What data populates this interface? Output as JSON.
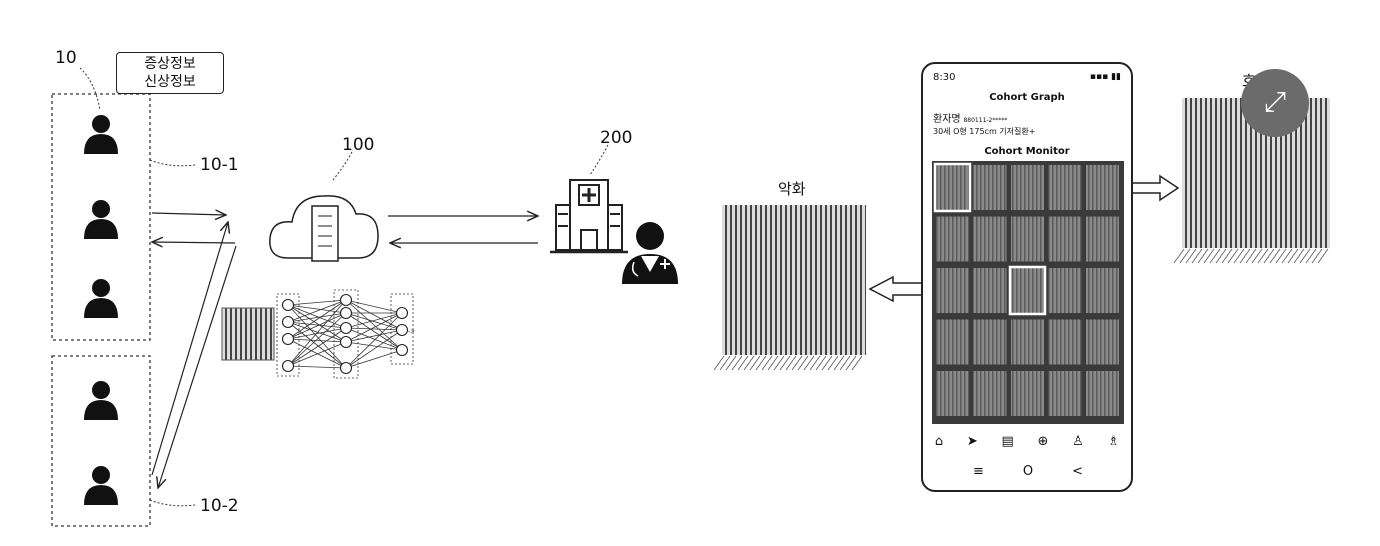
{
  "labels": {
    "user_group": "10",
    "group_1": "10-1",
    "group_2": "10-2",
    "server": "100",
    "hospital": "200",
    "worse": "악화",
    "better": "호전"
  },
  "callout": {
    "line1": "증상정보",
    "line2": "신상정보"
  },
  "phone": {
    "time": "8:30",
    "signal": "▪▪▪ ▮▮",
    "title": "Cohort Graph",
    "patient_name": "환자명",
    "patient_id": "880111-2*****",
    "patient_info": "30세  O형 175cm  기저질환+",
    "monitor_title": "Cohort Monitor",
    "nav_icons": [
      "home-icon",
      "chart-icon",
      "document-icon",
      "add-icon",
      "user-icon",
      "profile-icon"
    ],
    "nav_glyphs": [
      "⌂",
      "➤",
      "▤",
      "⊕",
      "♙",
      "♗"
    ],
    "sys_buttons": [
      "≡",
      "O",
      "<"
    ]
  },
  "expand_glyph": "⤢",
  "colors": {
    "line": "#222222",
    "grid_bg": "#3a3a3a",
    "cell": "#7a7a7a",
    "highlight": "#ffffff"
  }
}
